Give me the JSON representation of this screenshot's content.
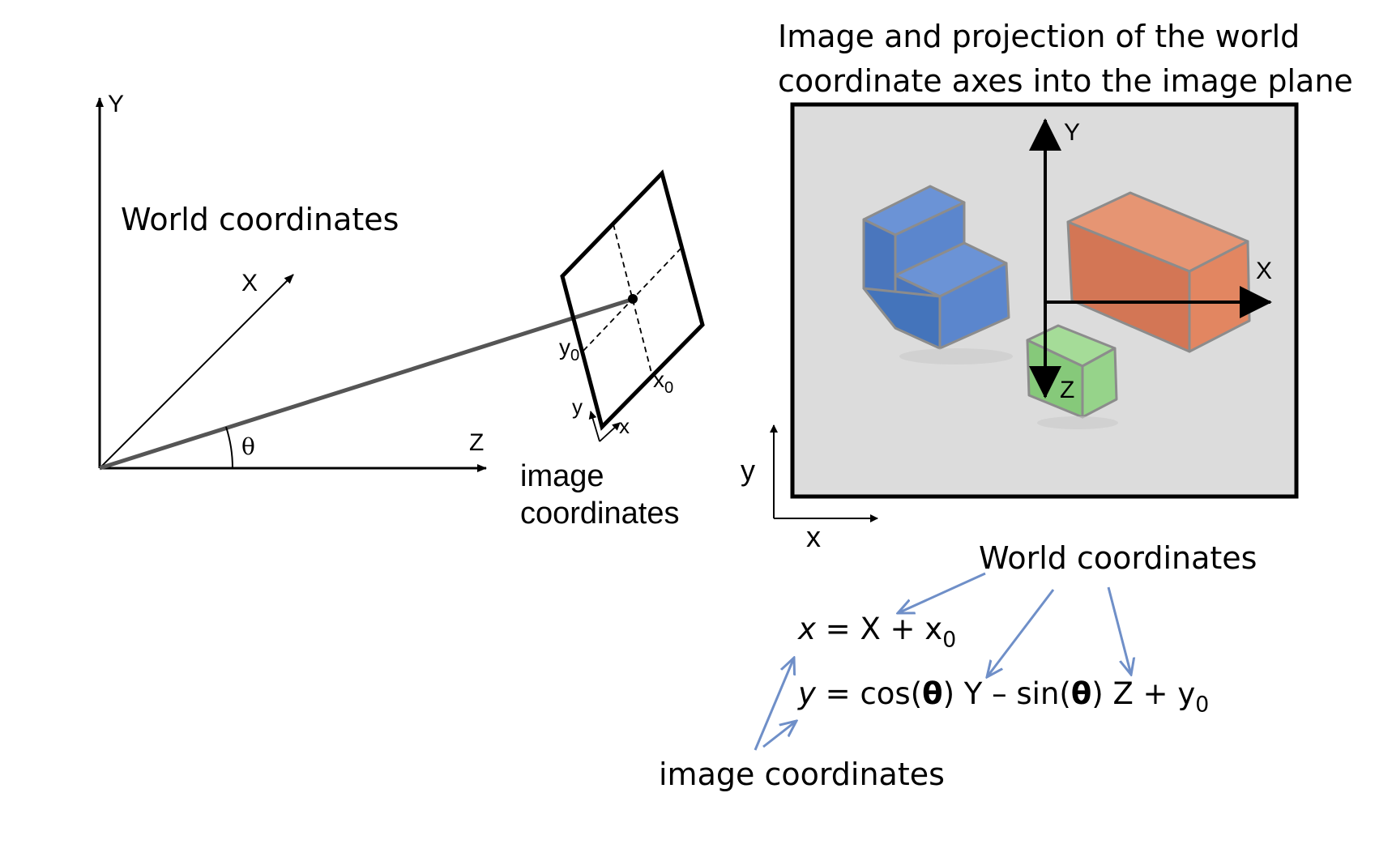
{
  "left_diagram": {
    "axis_Y": "Y",
    "axis_X": "X",
    "axis_Z": "Z",
    "theta": "θ",
    "world_label": "World coordinates",
    "y0": "y",
    "y0_sub": "0",
    "x0": "x",
    "x0_sub": "0",
    "small_y": "y",
    "small_x": "x",
    "image_label_line1": "image",
    "image_label_line2": "coordinates"
  },
  "right_panel": {
    "caption_line1": "Image and projection of the world",
    "caption_line2": "coordinate axes into the image plane",
    "overlay_Y": "Y",
    "overlay_X": "X",
    "overlay_Z": "Z",
    "outer_y": "y",
    "outer_x": "x",
    "colors": {
      "blue_block": "#4f7fc4",
      "orange_block": "#e0815a",
      "green_block": "#8fcf83",
      "photo_bg": "#dedede"
    }
  },
  "equations": {
    "world_label": "World coordinates",
    "eq1": {
      "lhs": "x",
      "eq": " = ",
      "rhs": "X + x",
      "sub": "0"
    },
    "eq2": {
      "lhs": "y",
      "eq": " = ",
      "cos": "cos(",
      "theta": "θ",
      "mid1": ") Y – sin(",
      "mid2": ") Z + y",
      "sub": "0"
    },
    "image_label": "image coordinates",
    "arrow_color": "#6f8fc8"
  }
}
